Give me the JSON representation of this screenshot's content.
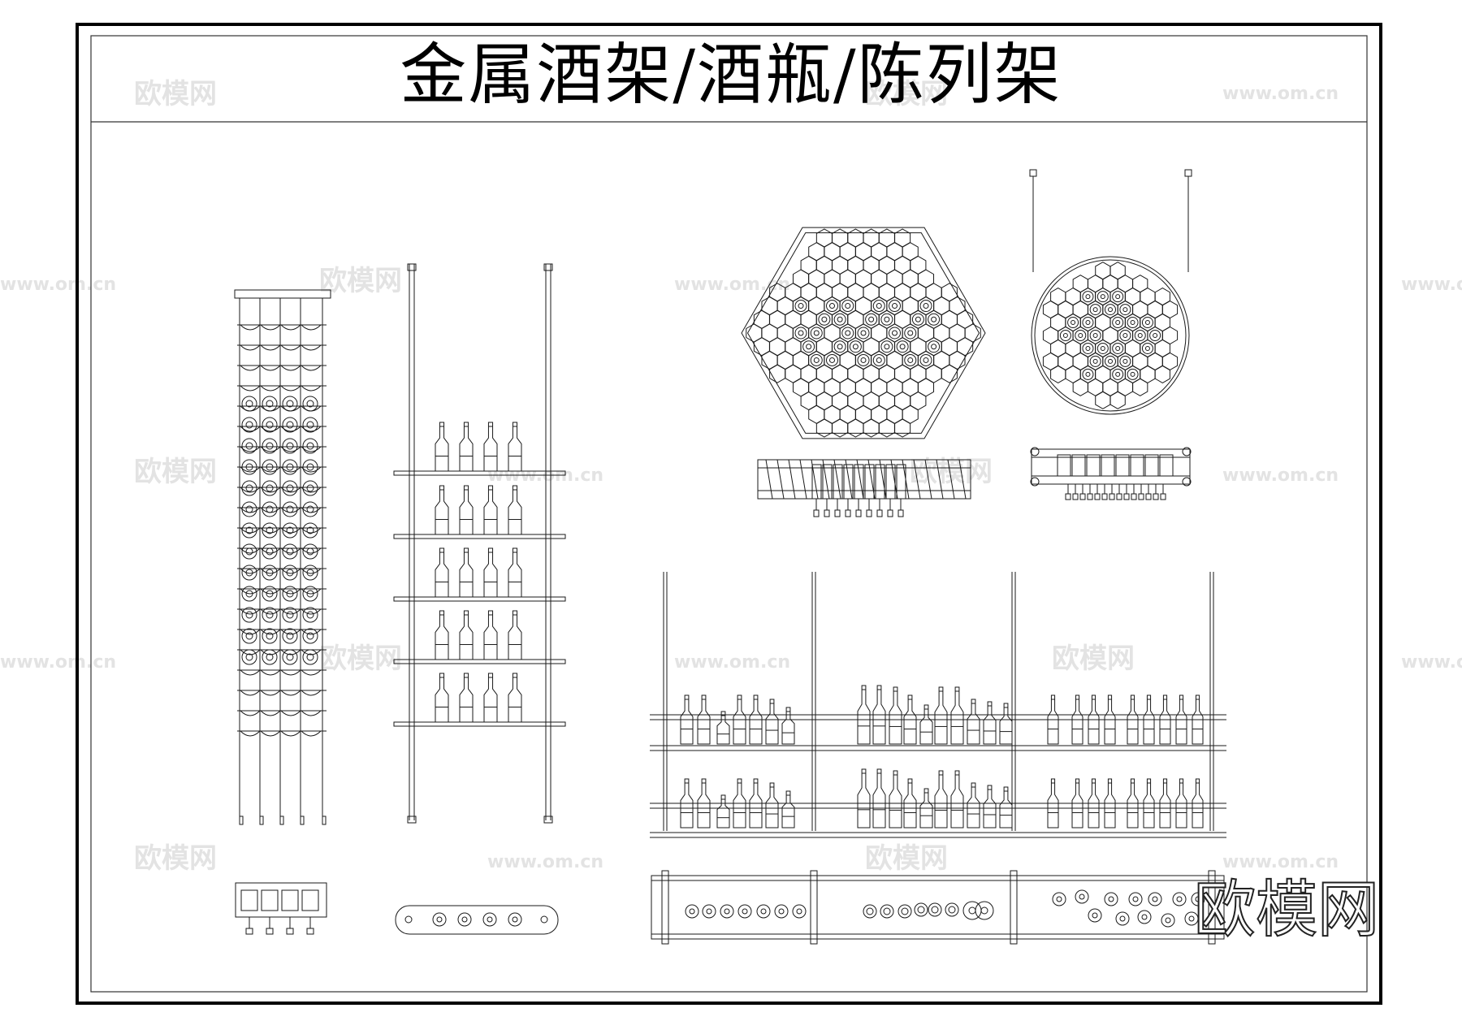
{
  "title": "金属酒架/酒瓶/陈列架",
  "brand_logo_text": "欧模网",
  "watermark_cn": "欧模网",
  "watermark_url": "www.om.cn",
  "colors": {
    "line": "#1a1a1a",
    "frame": "#000000",
    "watermark": "#e3e3e3",
    "background": "#ffffff"
  }
}
